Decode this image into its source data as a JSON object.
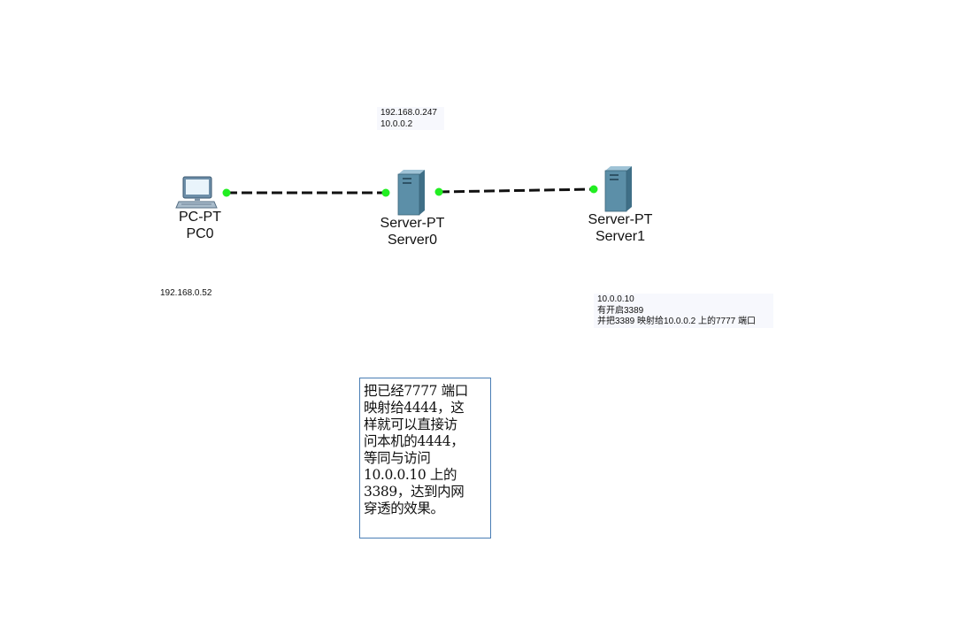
{
  "diagram": {
    "devices": [
      {
        "id": "pc0",
        "type": "PC-PT",
        "name": "PC0",
        "icon": "pc-icon"
      },
      {
        "id": "server0",
        "type": "Server-PT",
        "name": "Server0",
        "icon": "server-icon"
      },
      {
        "id": "server1",
        "type": "Server-PT",
        "name": "Server1",
        "icon": "server-icon"
      }
    ],
    "links": [
      {
        "from": "pc0",
        "to": "server0",
        "style": "dashed",
        "status_color": "#22ee22"
      },
      {
        "from": "server0",
        "to": "server1",
        "style": "dashed",
        "status_color": "#22ee22"
      }
    ],
    "notes": {
      "server0_ips": [
        "192.168.0.247",
        "10.0.0.2"
      ],
      "pc0_ip": "192.168.0.52",
      "server1_info": [
        "10.0.0.10",
        "有开启3389",
        "并把3389 映射给10.0.0.2 上的7777 端口"
      ]
    },
    "textbox_lines": [
      "把已经7777 端口",
      "映射给4444，这",
      "样就可以直接访",
      "问本机的4444，",
      "等同与访问",
      "10.0.0.10 上的",
      "3389，达到内网",
      "穿透的效果。"
    ],
    "colors": {
      "link_status": "#22ee22",
      "textbox_border": "#4a7eb5",
      "server_body": "#5c8fa8"
    }
  }
}
